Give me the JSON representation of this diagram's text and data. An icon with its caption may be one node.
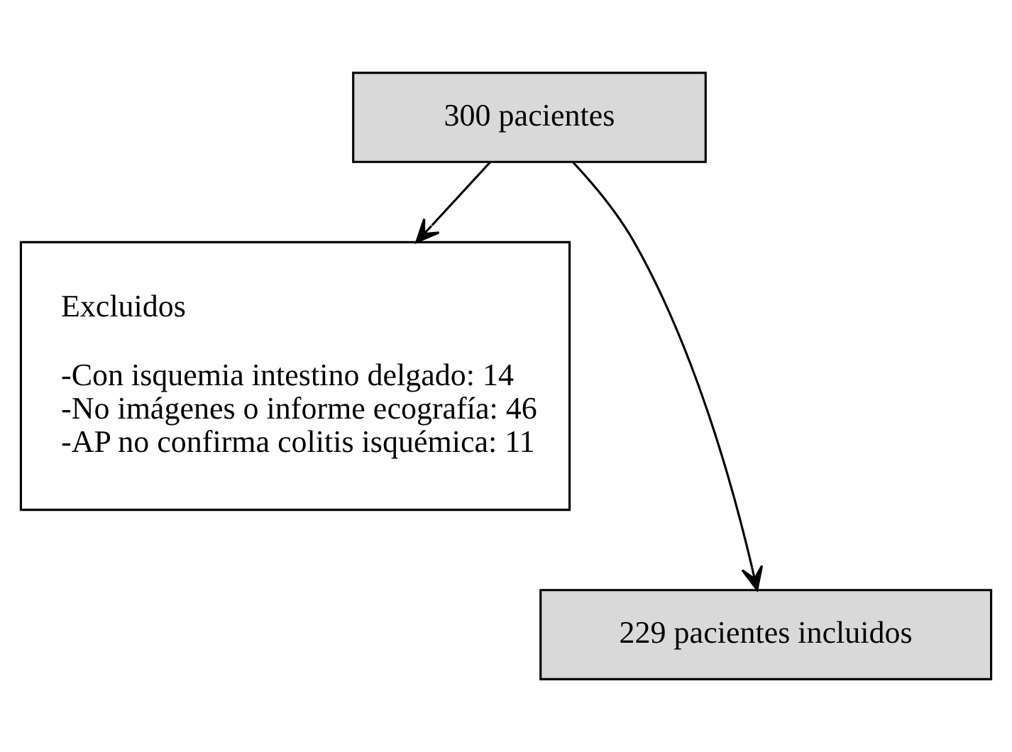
{
  "diagram": {
    "nodes": [
      {
        "text": [
          "300 pacientes"
        ]
      },
      {
        "text": [
          "Excluidos",
          "-Con isquemia intestino delgado: 14",
          "-No imágenes o informe ecografía: 46",
          "-AP no confirma colitis isquémica: 11"
        ]
      },
      {
        "text": [
          "229 pacientes incluidos"
        ]
      }
    ],
    "edges": [
      {
        "from": 0,
        "to": 2,
        "arrow": "to"
      },
      {
        "from": 0,
        "to": 1,
        "arrow": "to"
      }
    ]
  }
}
